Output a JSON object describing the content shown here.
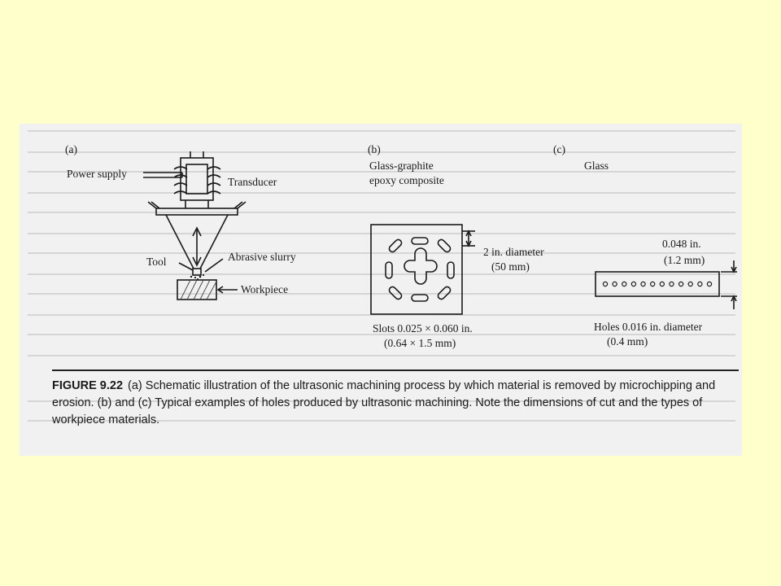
{
  "panel_a": {
    "label": "(a)",
    "power_supply": "Power supply",
    "transducer": "Transducer",
    "tool": "Tool",
    "abrasive_slurry": "Abrasive slurry",
    "workpiece": "Workpiece"
  },
  "panel_b": {
    "label": "(b)",
    "material_line1": "Glass-graphite",
    "material_line2": "epoxy composite",
    "diameter_line1": "2 in. diameter",
    "diameter_line2": "(50 mm)",
    "slots_line1": "Slots 0.025 × 0.060 in.",
    "slots_line2": "(0.64 × 1.5 mm)"
  },
  "panel_c": {
    "label": "(c)",
    "material": "Glass",
    "thickness_line1": "0.048 in.",
    "thickness_line2": "(1.2 mm)",
    "holes_line1": "Holes 0.016 in. diameter",
    "holes_line2": "(0.4 mm)",
    "hole_count": 12
  },
  "caption": {
    "figure_number": "FIGURE 9.22",
    "text": "(a) Schematic illustration of the ultrasonic machining process by which material is removed by microchipping and erosion. (b) and (c) Typical examples of holes produced by ultrasonic machining. Note the dimensions of cut and the types of workpiece materials."
  },
  "colors": {
    "slide_background": "#ffffcc",
    "scan_background": "#f1f1f1",
    "ink": "#1a1a1a"
  }
}
